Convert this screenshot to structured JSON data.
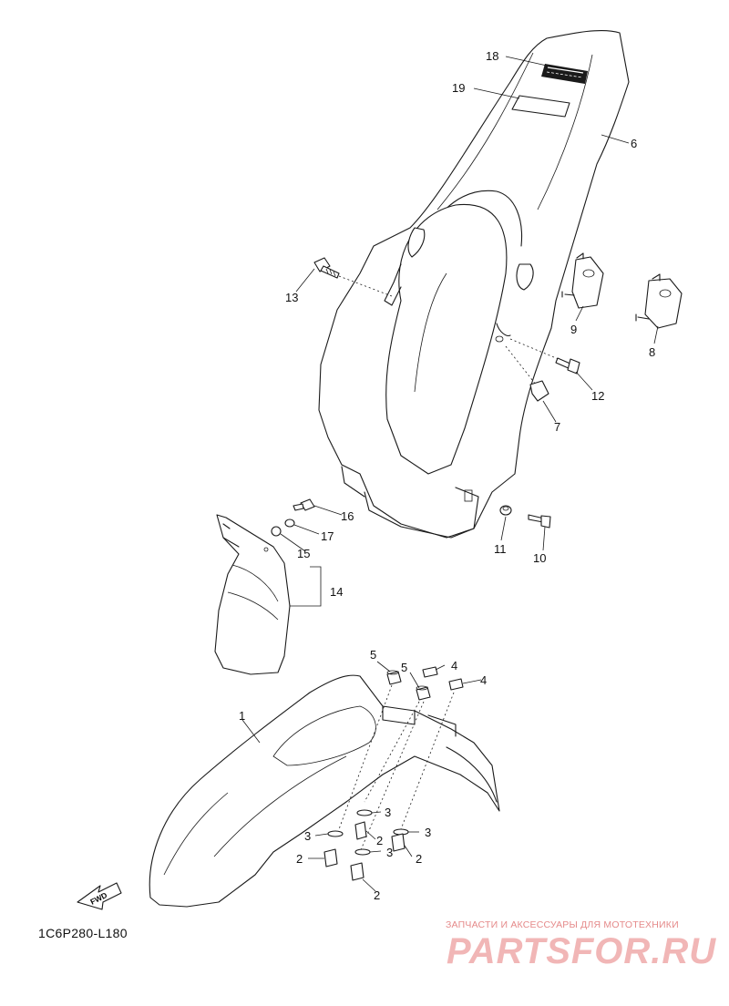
{
  "diagram": {
    "drawing_code": "1C6P280-L180",
    "fwd_label": "FWD",
    "callouts": [
      "1",
      "2",
      "2",
      "2",
      "2",
      "3",
      "3",
      "3",
      "3",
      "4",
      "4",
      "5",
      "5",
      "6",
      "7",
      "8",
      "9",
      "10",
      "11",
      "12",
      "13",
      "14",
      "15",
      "16",
      "17",
      "18",
      "19"
    ]
  },
  "watermark": {
    "tagline": "ЗАПЧАСТИ И АКСЕССУАРЫ ДЛЯ МОТОТЕХНИКИ",
    "logo": "PARTSFOR.RU"
  },
  "colors": {
    "ink": "#1a1a1a",
    "watermark": "#e58a8a"
  }
}
